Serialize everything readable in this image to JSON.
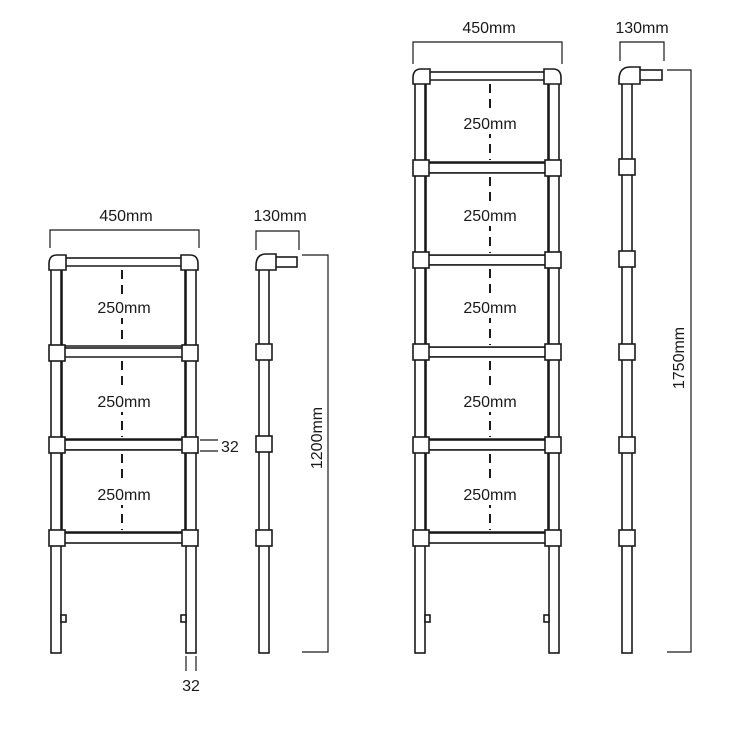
{
  "small_rack": {
    "front": {
      "width_label": "450mm",
      "shelf_labels": [
        "250mm",
        "250mm",
        "250mm"
      ],
      "pipe_label_side": "32",
      "pipe_label_bottom": "32"
    },
    "side": {
      "depth_label": "130mm",
      "height_label": "1200mm"
    }
  },
  "large_rack": {
    "front": {
      "width_label": "450mm",
      "shelf_labels": [
        "250mm",
        "250mm",
        "250mm",
        "250mm",
        "250mm"
      ]
    },
    "side": {
      "depth_label": "130mm",
      "height_label": "1750mm"
    }
  },
  "colors": {
    "line": "#1a1a1a",
    "background": "#ffffff"
  }
}
